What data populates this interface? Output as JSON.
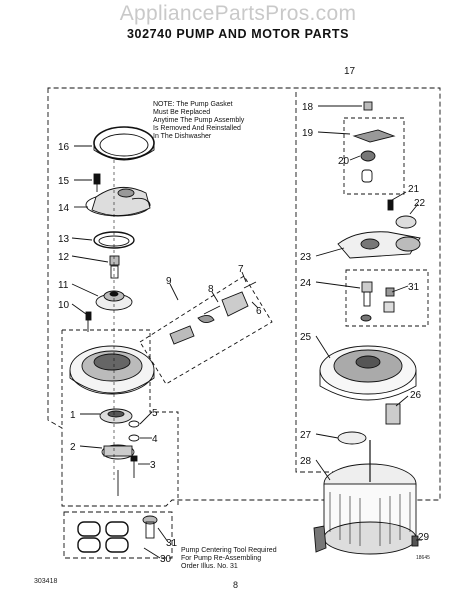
{
  "watermark": "AppliancePartsPros.com",
  "title": "302740 PUMP AND MOTOR PARTS",
  "note": {
    "lines": [
      "NOTE: The Pump Gasket",
      "Must Be Replaced",
      "Anytime The Pump Assembly",
      "Is Removed And Reinstalled",
      "In The Dishwasher"
    ]
  },
  "caption": {
    "lines": [
      "Pump Centering Tool Required",
      "For Pump Re-Assembling",
      "Order Illus. No. 31"
    ]
  },
  "footer": {
    "doc_number": "303418",
    "page": "8"
  },
  "corner_code": "18645",
  "callouts": [
    "17",
    "16",
    "15",
    "14",
    "13",
    "12",
    "11",
    "10",
    "9",
    "8",
    "7",
    "6",
    "5",
    "4",
    "3",
    "2",
    "1",
    "18",
    "19",
    "20",
    "21",
    "22",
    "23",
    "24",
    "31",
    "25",
    "26",
    "27",
    "28",
    "29",
    "31",
    "30"
  ]
}
